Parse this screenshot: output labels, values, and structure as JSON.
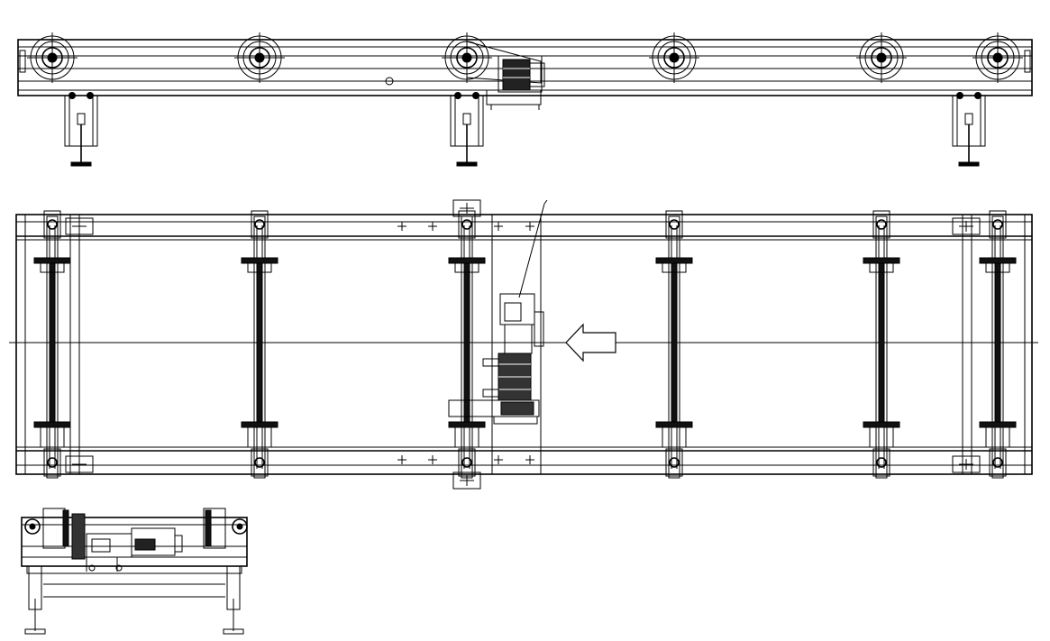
{
  "drawing": {
    "views": [
      {
        "key": "side_elevation"
      },
      {
        "key": "plan"
      },
      {
        "key": "end_elevation"
      }
    ],
    "side_elevation": {
      "rollers": 6,
      "supports": 3,
      "drive_unit": 1
    },
    "plan": {
      "rollers": 6,
      "drive_unit": 1,
      "flow_arrow": "left"
    },
    "end_elevation": {
      "legs": 2,
      "drive_unit": 1
    },
    "colors": {
      "line": "#000000",
      "background": "#ffffff"
    }
  }
}
